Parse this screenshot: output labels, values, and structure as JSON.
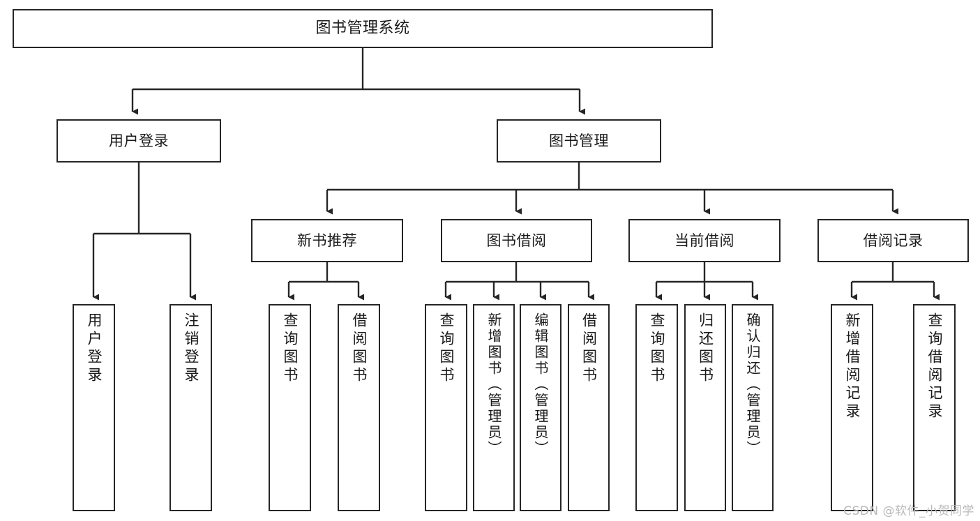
{
  "diagram": {
    "type": "tree-hierarchy-chart",
    "title": "图书管理系统",
    "watermark": "CSDN @软件_小贺同学",
    "colors": {
      "stroke": "#262626",
      "fill": "#ffffff",
      "text": "#1a1a1a",
      "watermark": "#b9b9b9"
    },
    "root": {
      "label": "图书管理系统"
    },
    "level1": [
      {
        "label": "用户登录"
      },
      {
        "label": "图书管理"
      }
    ],
    "level2": [
      {
        "label": "新书推荐"
      },
      {
        "label": "图书借阅"
      },
      {
        "label": "当前借阅"
      },
      {
        "label": "借阅记录"
      }
    ],
    "leaves": {
      "user_login": [
        {
          "label": "用户登录"
        },
        {
          "label": "注销登录"
        }
      ],
      "new_book": [
        {
          "label": "查询图书"
        },
        {
          "label": "借阅图书"
        }
      ],
      "borrow_book": [
        {
          "label": "查询图书"
        },
        {
          "label": "新增图书（管理员）"
        },
        {
          "label": "编辑图书（管理员）"
        },
        {
          "label": "借阅图书"
        }
      ],
      "current_borrow": [
        {
          "label": "查询图书"
        },
        {
          "label": "归还图书"
        },
        {
          "label": "确认归还（管理员）"
        }
      ],
      "borrow_record": [
        {
          "label": "新增借阅记录"
        },
        {
          "label": "查询借阅记录"
        }
      ]
    }
  }
}
